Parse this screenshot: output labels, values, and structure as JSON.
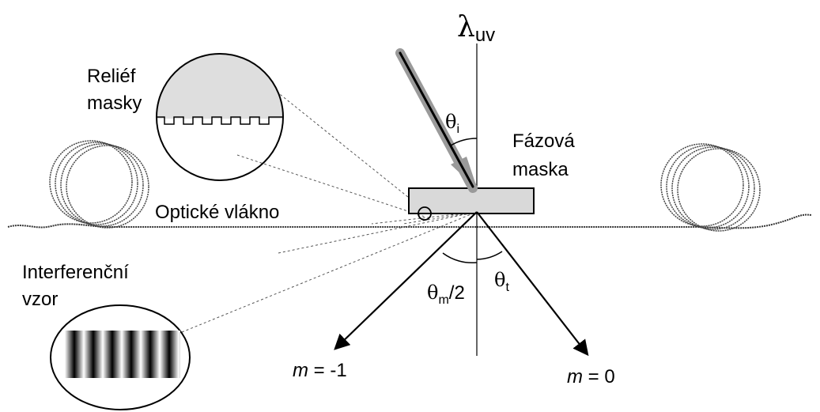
{
  "labels": {
    "lambda_symbol": "λ",
    "lambda_sub": "uv",
    "relief_line1": "Reliéf",
    "relief_line2": "masky",
    "phase_mask_line1": "Fázová",
    "phase_mask_line2": "maska",
    "fiber": "Optické vlákno",
    "interference_line1": "Interferenční",
    "interference_line2": "vzor",
    "theta": "θ",
    "theta_i_sub": "i",
    "theta_m_sub": "m",
    "theta_m_suffix": "/2",
    "theta_t_sub": "t",
    "m_symbol": "m",
    "order_minus1_rest": " = -1",
    "order_zero_rest": " = 0"
  },
  "colors": {
    "ink": "#000000",
    "beam_shadow": "#9a9a9a",
    "mask_fill": "#d9d9d9",
    "relief_fill": "#dedede",
    "fiber_gray": "#333333"
  }
}
